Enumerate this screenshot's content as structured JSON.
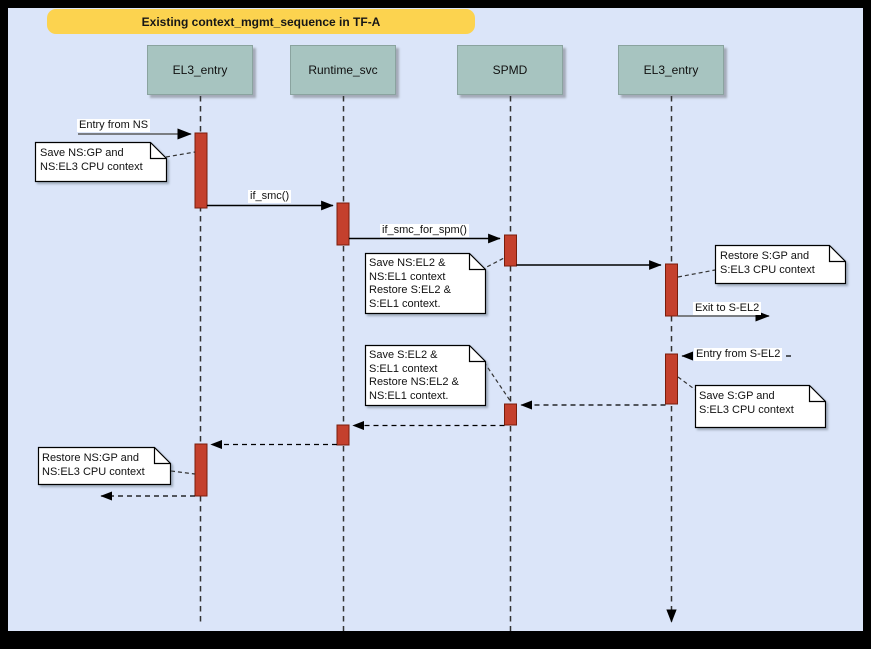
{
  "title": "Existing context_mgmt_sequence in TF-A",
  "lifelines": [
    {
      "label": "EL3_entry"
    },
    {
      "label": "Runtime_svc"
    },
    {
      "label": "SPMD"
    },
    {
      "label": "EL3_entry"
    }
  ],
  "messages": [
    {
      "label": "Entry from NS",
      "style": "solid"
    },
    {
      "label": "if_smc()",
      "style": "solid"
    },
    {
      "label": "if_smc_for_spm()",
      "style": "solid"
    },
    {
      "label": "Exit to S-EL2",
      "style": "solid"
    },
    {
      "label": "Entry from S-EL2",
      "style": "dashed"
    }
  ],
  "notes": [
    {
      "text": "Save NS:GP and\nNS:EL3 CPU context"
    },
    {
      "text": "Save NS:EL2 &\nNS:EL1 context\nRestore S:EL2 &\nS:EL1 context."
    },
    {
      "text": "Restore S:GP and\nS:EL3 CPU context"
    },
    {
      "text": "Save S:EL2 &\nS:EL1 context\nRestore NS:EL2 &\nNS:EL1 context."
    },
    {
      "text": "Save S:GP and\nS:EL3 CPU context"
    },
    {
      "text": "Restore NS:GP and\nNS:EL3 CPU context"
    }
  ],
  "colors": {
    "canvas_background": "#dbe5f9",
    "frame": "#000000",
    "banner_background": "#fcd34f",
    "lifeline_header_background": "#a7c4c0",
    "activation_fill": "#c4402d",
    "activation_border": "#7a1d0b",
    "note_background": "#ffffff",
    "message_line": "#000000",
    "entry_exit_line": "#5b5b5b"
  }
}
